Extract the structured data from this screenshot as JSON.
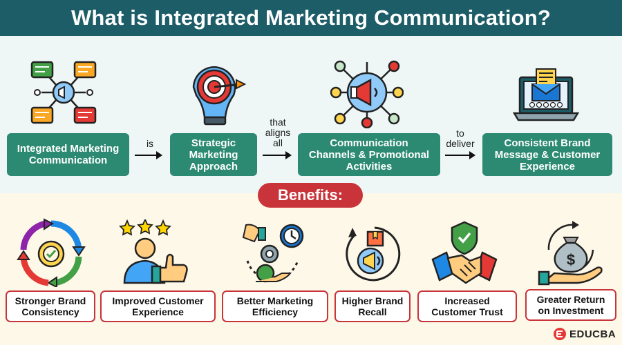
{
  "title": "What is Integrated Marketing Communication?",
  "flow": {
    "steps": [
      "Integrated Marketing\nCommunication",
      "Strategic\nMarketing\nApproach",
      "Communication\nChannels & Promotional\nActivities",
      "Consistent Brand\nMessage & Customer\nExperience"
    ],
    "connectors": [
      "is",
      "that\naligns\nall",
      "to\ndeliver"
    ]
  },
  "benefits": {
    "heading": "Benefits:",
    "items": [
      "Stronger Brand\nConsistency",
      "Improved Customer\nExperience",
      "Better Marketing\nEfficiency",
      "Higher Brand\nRecall",
      "Increased\nCustomer Trust",
      "Greater Return\non Investment"
    ]
  },
  "brand": {
    "logo_text": "EDUCBA"
  },
  "colors": {
    "header": "#1c5d67",
    "flow_box": "#2c8a72",
    "accent_red": "#c9333a",
    "top_bg": "#eef6f6",
    "bottom_bg": "#fdf8e8"
  },
  "icons": [
    "speech-network-icon",
    "target-bulb-icon",
    "megaphone-network-icon",
    "laptop-mail-rating-icon",
    "cycle-check-icon",
    "customer-thumbs-up-icon",
    "efficiency-gears-icon",
    "recall-megaphone-icon",
    "handshake-shield-icon",
    "money-bag-hand-icon"
  ]
}
